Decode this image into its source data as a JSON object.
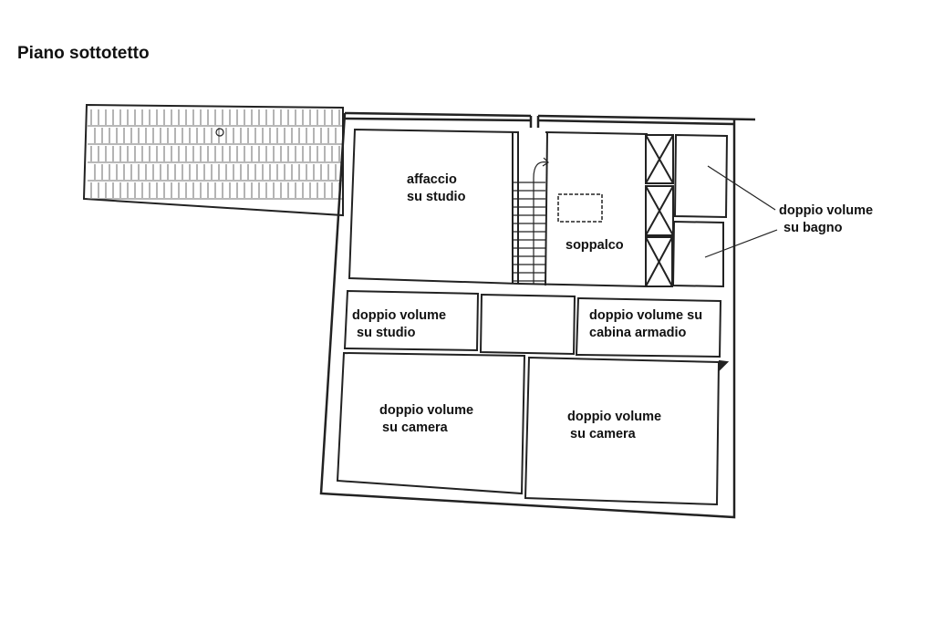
{
  "title": "Piano sottotetto",
  "rooms": {
    "affaccio_studio": [
      "affaccio",
      "su studio"
    ],
    "soppalco": "soppalco",
    "bagno": [
      "doppio volume",
      "su bagno"
    ],
    "studio": [
      "doppio volume",
      "su studio"
    ],
    "cabina": [
      "doppio volume su",
      "cabina armadio"
    ],
    "camera_left": [
      "doppio volume",
      "su camera"
    ],
    "camera_right": [
      "doppio volume",
      "su camera"
    ]
  }
}
